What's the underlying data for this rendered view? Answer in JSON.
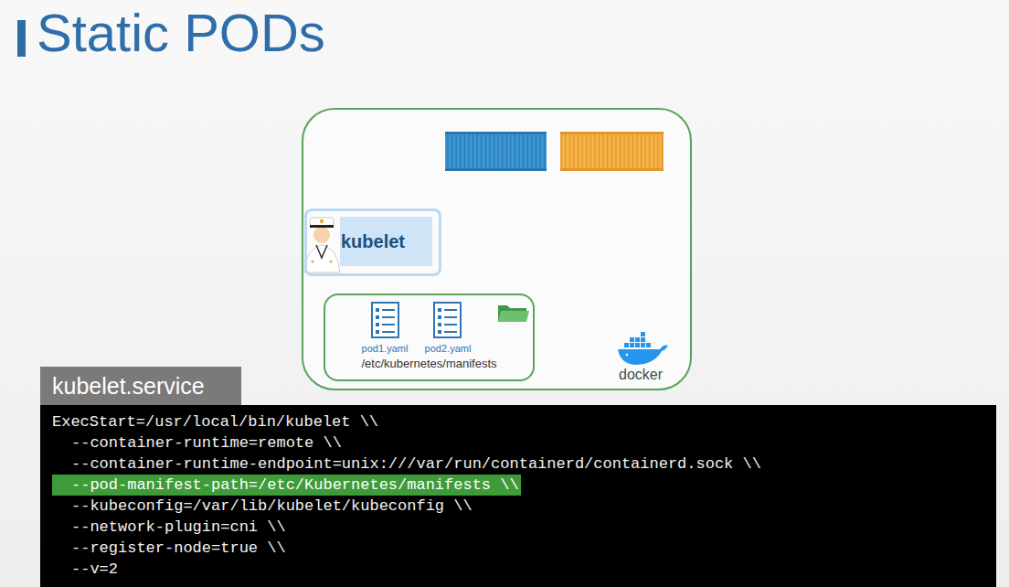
{
  "diagram": {
    "title": "Static PODs",
    "nodes": [
      {
        "text": [
          "docker"
        ]
      },
      {
        "text": [
          "kubelet"
        ],
        "in": 0
      },
      {
        "text": [
          "/etc/kubernetes/manifests"
        ],
        "in": 0
      },
      {
        "text": [
          "kubelet.service"
        ]
      },
      {
        "text": [
          "ExecStart=/usr/local/bin/kubelet \\\\",
          "--container-runtime=remote \\\\",
          "--container-runtime-endpoint=unix:///var/run/containerd/containerd.sock \\\\",
          "--pod-manifest-path=/etc/Kubernetes/manifests \\\\",
          "--kubeconfig=/var/lib/kubelet/kubeconfig \\\\",
          "--network-plugin=cni \\\\",
          "--register-node=true \\\\",
          "--v=2"
        ]
      }
    ],
    "edges": [],
    "labels": [
      "pod1.yaml",
      "pod2.yaml"
    ]
  }
}
